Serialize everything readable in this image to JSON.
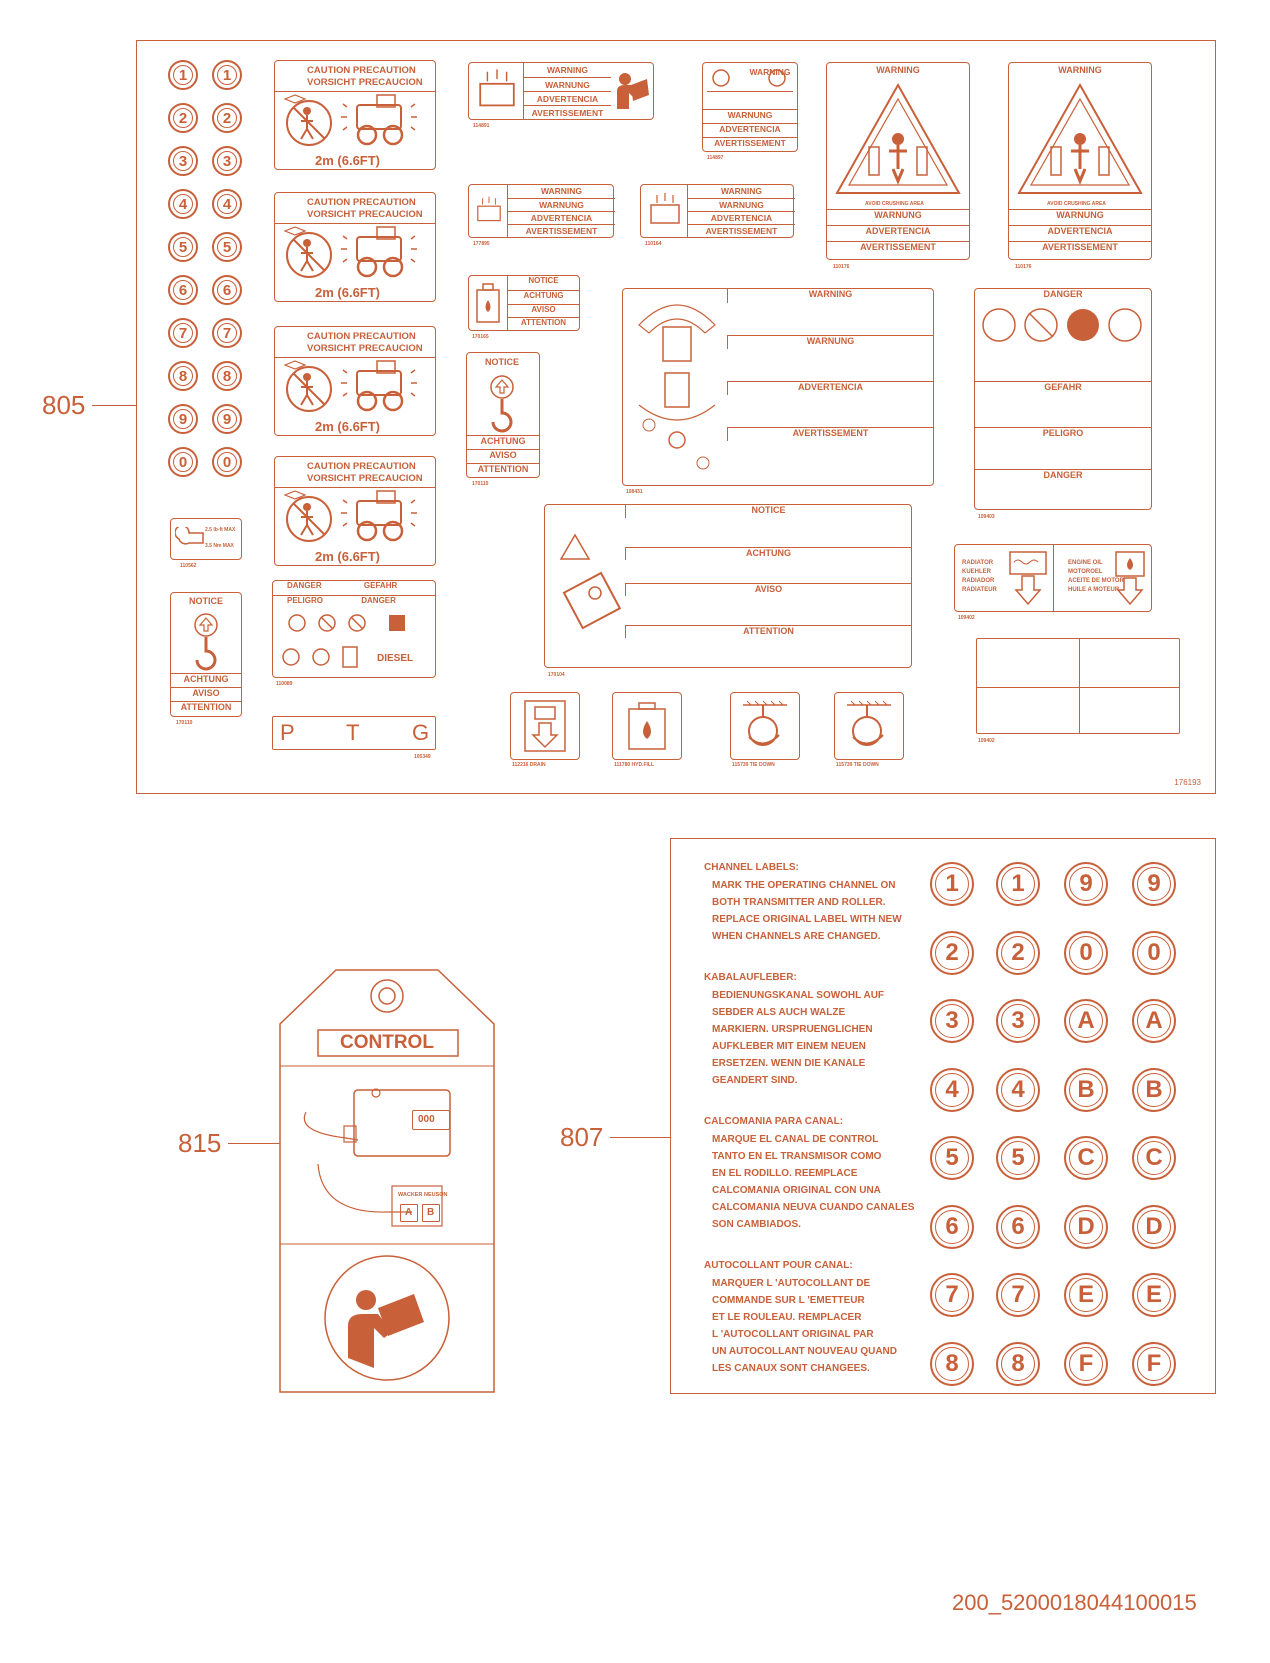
{
  "callouts": {
    "c805": "805",
    "c815": "815",
    "c807": "807"
  },
  "sheet805": {
    "sheet_number": "176193",
    "number_pairs": [
      "1",
      "2",
      "3",
      "4",
      "5",
      "6",
      "7",
      "8",
      "9",
      "0"
    ],
    "caution_title_1": "CAUTION  PRECAUTION",
    "caution_title_2": "VORSICHT PRECAUCION",
    "caution_distance": "2m (6.6FT)",
    "warning_rows": [
      "WARNING",
      "WARNUNG",
      "ADVERTENCIA",
      "AVERTISSEMENT"
    ],
    "notice_rows": [
      "NOTICE",
      "ACHTUNG",
      "AVISO",
      "ATTENTION"
    ],
    "danger_rows": [
      "DANGER",
      "GEFAHR",
      "PELIGRO",
      "DANGER"
    ],
    "crush_caption": "AVOID CRUSHING AREA",
    "part_numbers": {
      "p114891": "114891",
      "p114897": "114897",
      "p110176a": "110176",
      "p110176b": "110176",
      "p177895": "177895",
      "p110164": "110164",
      "p170165": "170165",
      "p170110a": "170110",
      "p170110b": "170110",
      "p110562": "110562",
      "p110089": "110089",
      "p108431": "108431",
      "p170104": "170104",
      "p109403": "109403",
      "p105349": "105349",
      "p109402": "109402"
    },
    "torque_1": "2.5 lb-ft MAX",
    "torque_2": "3.5 Nm MAX",
    "diesel": "DIESEL",
    "ptg": [
      "P",
      "T",
      "G"
    ],
    "radiator": [
      "RADIATOR",
      "KUEHLER",
      "RADIADOR",
      "RADIATEUR"
    ],
    "engine_oil": [
      "ENGINE OIL",
      "MOTOROEL",
      "ACEITE DE MOTOR",
      "HUILE A MOTEUR"
    ],
    "bottom_labels": [
      "112216 DRAIN",
      "111780 HYD.FILL",
      "115739 TIE DOWN",
      "115739 TIE DOWN"
    ]
  },
  "tag815": {
    "title": "CONTROL",
    "counter": "000",
    "brand": "WACKER NEUSON",
    "buttons": [
      "A",
      "B"
    ]
  },
  "sheet807": {
    "paragraphs": [
      {
        "heading": "CHANNEL LABELS:",
        "lines": [
          "MARK THE OPERATING CHANNEL ON",
          "BOTH TRANSMITTER AND ROLLER.",
          "REPLACE ORIGINAL LABEL WITH NEW",
          "WHEN CHANNELS ARE CHANGED."
        ]
      },
      {
        "heading": "KABALAUFLEBER:",
        "lines": [
          "BEDIENUNGSKANAL SOWOHL AUF",
          "SEBDER ALS AUCH WALZE",
          "MARKIERN.  URSPRUENGLICHEN",
          "AUFKLEBER MIT EINEM NEUEN",
          "ERSETZEN.  WENN DIE KANALE",
          "GEANDERT SIND."
        ]
      },
      {
        "heading": "CALCOMANIA PARA CANAL:",
        "lines": [
          "MARQUE EL CANAL DE CONTROL",
          "TANTO EN EL TRANSMISOR COMO",
          "EN EL RODILLO.   REEMPLACE",
          "CALCOMANIA ORIGINAL CON UNA",
          "CALCOMANIA NEUVA CUANDO CANALES",
          "SON CAMBIADOS."
        ]
      },
      {
        "heading": "AUTOCOLLANT POUR CANAL:",
        "lines": [
          "MARQUER L 'AUTOCOLLANT DE",
          "COMMANDE SUR L 'EMETTEUR",
          "ET LE ROULEAU.  REMPLACER",
          "L 'AUTOCOLLANT ORIGINAL PAR",
          "UN AUTOCOLLANT NOUVEAU QUAND",
          "LES CANAUX SONT CHANGEES."
        ]
      }
    ],
    "channels": [
      [
        "1",
        "1",
        "9",
        "9"
      ],
      [
        "2",
        "2",
        "0",
        "0"
      ],
      [
        "3",
        "3",
        "A",
        "A"
      ],
      [
        "4",
        "4",
        "B",
        "B"
      ],
      [
        "5",
        "5",
        "C",
        "C"
      ],
      [
        "6",
        "6",
        "D",
        "D"
      ],
      [
        "7",
        "7",
        "E",
        "E"
      ],
      [
        "8",
        "8",
        "F",
        "F"
      ]
    ]
  },
  "footer_code": "200_5200018044100015",
  "colors": {
    "line": "#c8603a"
  }
}
